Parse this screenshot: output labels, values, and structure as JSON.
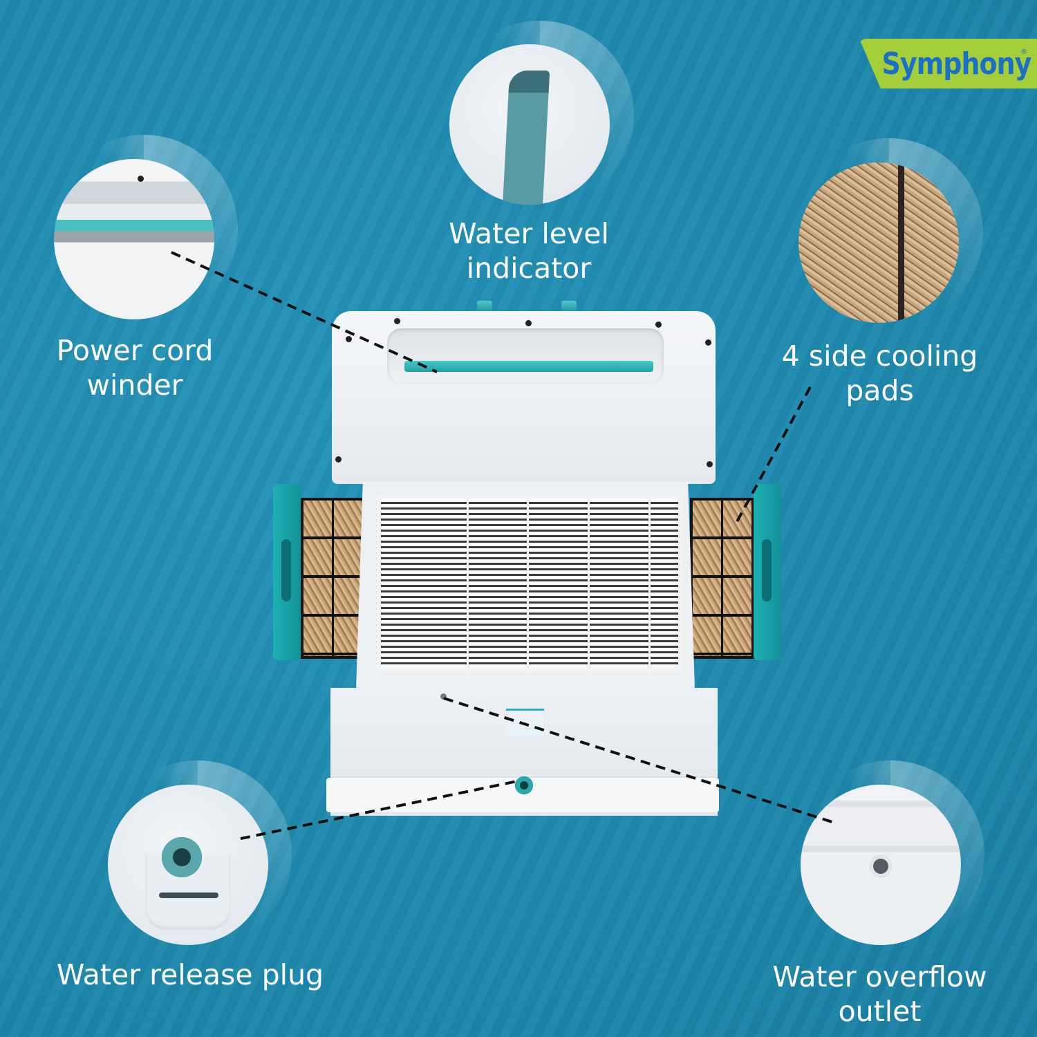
{
  "brand": {
    "name": "Symphony",
    "registered_mark": "®",
    "badge_color": "#a5cf3a",
    "text_color": "#1b6fc4"
  },
  "colors": {
    "background": "#1f89ae",
    "accent_teal": "#22a9ad",
    "label_text": "#ffffff"
  },
  "product": {
    "type": "air cooler",
    "view": "rear"
  },
  "features": [
    {
      "id": "water-level-indicator",
      "line1": "Water level",
      "line2": "indicator"
    },
    {
      "id": "power-cord-winder",
      "line1": "Power cord",
      "line2": "winder"
    },
    {
      "id": "cooling-pads",
      "line1": "4 side cooling",
      "line2": "pads"
    },
    {
      "id": "water-release-plug",
      "line1": "Water release plug",
      "line2": ""
    },
    {
      "id": "water-overflow-outlet",
      "line1": "Water overflow",
      "line2": "outlet"
    }
  ]
}
